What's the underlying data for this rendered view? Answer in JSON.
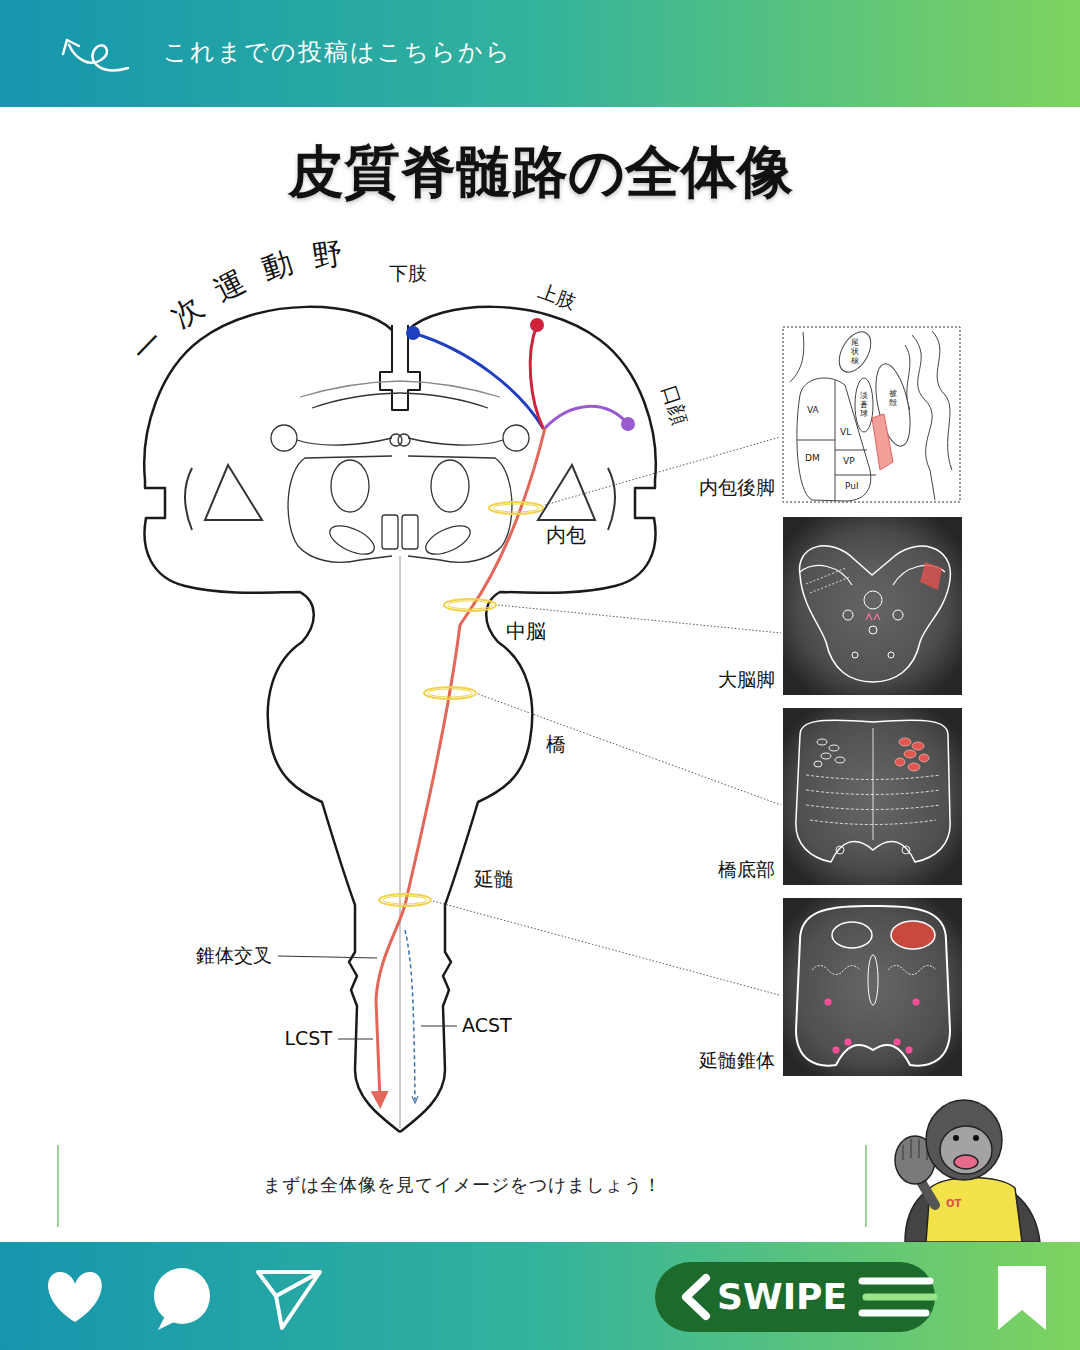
{
  "diagram": {
    "title": "皮質脊髄路の全体像",
    "caption": "まずは全体像を見てイメージをつけましょう！",
    "nodes": [
      {
        "text": [
          "これまでの投稿はこちらから"
        ]
      },
      {
        "text": [
          "内包後脚"
        ]
      },
      {
        "text": [
          "尾状核"
        ],
        "in": 1
      },
      {
        "text": [
          "淡蒼球"
        ],
        "in": 1
      },
      {
        "text": [
          "被殻"
        ],
        "in": 1
      },
      {
        "text": [
          "VA"
        ],
        "in": 1
      },
      {
        "text": [
          "VL"
        ],
        "in": 1
      },
      {
        "text": [
          "DM"
        ],
        "in": 1
      },
      {
        "text": [
          "VP"
        ],
        "in": 1
      },
      {
        "text": [
          "Pul"
        ],
        "in": 1
      },
      {
        "text": [
          "大脳脚"
        ]
      },
      {
        "text": [
          "橋底部"
        ]
      },
      {
        "text": [
          "延髄錐体"
        ]
      },
      {
        "text": [
          "SWIPE"
        ]
      }
    ],
    "labels": [
      "一次運動野",
      "下肢",
      "上肢",
      "口顔",
      "内包",
      "中脳",
      "橋",
      "延髄",
      "錐体交叉",
      "LCST",
      "ACST",
      "OT"
    ]
  }
}
